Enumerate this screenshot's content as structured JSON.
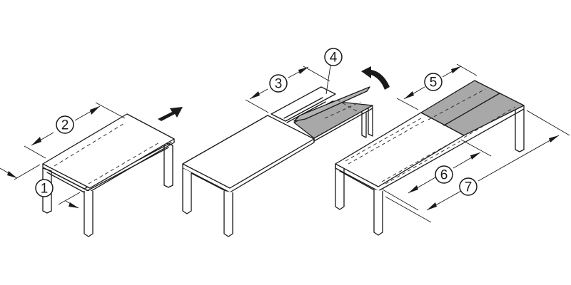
{
  "diagram": {
    "description": "Extendable table assembly instructions in three isometric steps",
    "colors": {
      "line": "#1a1a1a",
      "leaf_fill": "#a8a8a8",
      "background": "#ffffff"
    },
    "steps": [
      {
        "id": "step-1",
        "label": "closed table",
        "callouts": [
          "1",
          "2"
        ]
      },
      {
        "id": "step-2",
        "label": "table pulled apart, leaf unfolded",
        "callouts": [
          "3",
          "4"
        ]
      },
      {
        "id": "step-3",
        "label": "fully extended table with leaves inserted",
        "callouts": [
          "5",
          "6",
          "7"
        ]
      }
    ],
    "callouts": [
      {
        "number": "1",
        "meaning": "table width"
      },
      {
        "number": "2",
        "meaning": "closed table length"
      },
      {
        "number": "3",
        "meaning": "extension opening"
      },
      {
        "number": "4",
        "meaning": "fold-out leaf"
      },
      {
        "number": "5",
        "meaning": "leaf length"
      },
      {
        "number": "6",
        "meaning": "base table length"
      },
      {
        "number": "7",
        "meaning": "extended table length"
      }
    ],
    "arrows": [
      {
        "id": "pull-arrow",
        "type": "straight",
        "direction": "up-right"
      },
      {
        "id": "unfold-arrow",
        "type": "curved",
        "direction": "clockwise"
      }
    ]
  }
}
